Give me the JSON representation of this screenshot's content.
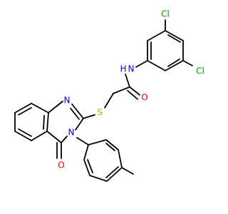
{
  "atom_labels": {
    "cl_top": "Cl",
    "cl_right": "Cl",
    "nh": "N",
    "h": "H",
    "o_amide": "O",
    "s": "S",
    "n_upper": "N",
    "n_lower": "N",
    "o_ring": "O"
  },
  "colors": {
    "bond": "#000000",
    "carbon": "#000000",
    "nitrogen": "#0000ff",
    "oxygen": "#ff0000",
    "sulfur": "#b8b800",
    "chlorine": "#00a000"
  }
}
